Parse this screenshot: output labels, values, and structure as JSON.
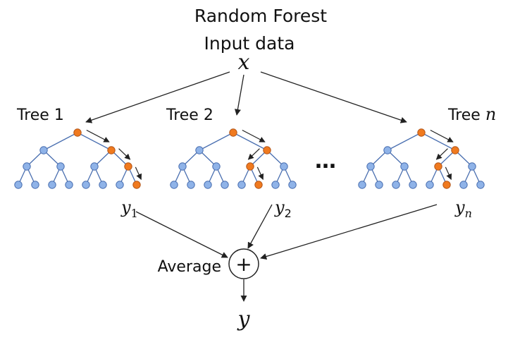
{
  "title": "Random Forest",
  "input_label": "Input data",
  "input_var": "x",
  "trees": [
    {
      "label": "Tree 1",
      "label_var": "",
      "output_var": "y",
      "output_sub": "1"
    },
    {
      "label": "Tree 2",
      "label_var": "",
      "output_var": "y",
      "output_sub": "2"
    },
    {
      "label": "Tree ",
      "label_var": "n",
      "output_var": "y",
      "output_sub": "n"
    }
  ],
  "ellipsis": "…",
  "combiner": {
    "label": "Average",
    "symbol": "+"
  },
  "output_var": "y",
  "colors": {
    "node_default": "#8fb3e8",
    "node_path": "#f07a1f",
    "node_stroke": "#4a6fb0",
    "edge": "#4a6fb0",
    "arrow": "#222222"
  }
}
